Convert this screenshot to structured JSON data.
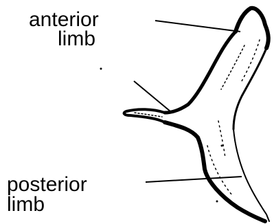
{
  "labels": {
    "anterior_line1": "anterior",
    "anterior_line2": "limb",
    "posterior_line1": "posterior",
    "posterior_line2": "limb"
  },
  "colors": {
    "ink": "#000000",
    "background": "#ffffff"
  }
}
